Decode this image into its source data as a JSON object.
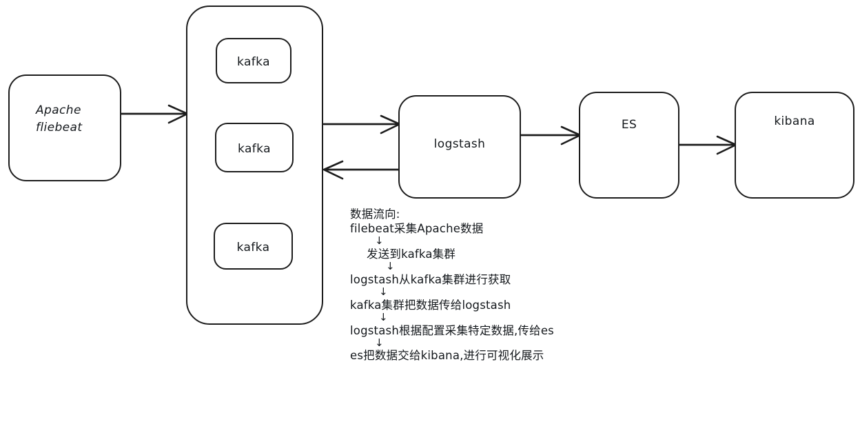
{
  "diagram": {
    "title": "ELK with Kafka data flow architecture",
    "style": "hand-drawn",
    "stroke_color": "#1c1c1c",
    "background_color": "#ffffff",
    "nodes": [
      {
        "id": "source",
        "label": "Apache\nfliebeat"
      },
      {
        "id": "kafka_cluster",
        "label": ""
      },
      {
        "id": "kafka1",
        "label": "kafka"
      },
      {
        "id": "kafka2",
        "label": "kafka"
      },
      {
        "id": "kafka3",
        "label": "kafka"
      },
      {
        "id": "logstash",
        "label": "logstash"
      },
      {
        "id": "es",
        "label": "ES"
      },
      {
        "id": "kibana",
        "label": "kibana"
      }
    ],
    "edges": [
      {
        "from": "source",
        "to": "kafka_cluster",
        "direction": "right"
      },
      {
        "from": "kafka_cluster",
        "to": "logstash",
        "direction": "right"
      },
      {
        "from": "logstash",
        "to": "kafka_cluster",
        "direction": "left"
      },
      {
        "from": "logstash",
        "to": "es",
        "direction": "right"
      },
      {
        "from": "es",
        "to": "kibana",
        "direction": "right"
      }
    ]
  },
  "annotation": {
    "heading": "数据流向:",
    "steps": [
      "filebeat采集Apache数据",
      "发送到kafka集群",
      "logstash从kafka集群进行获取",
      "kafka集群把数据传给logstash",
      "logstash根据配置采集特定数据,传给es",
      "es把数据交给kibana,进行可视化展示"
    ],
    "arrow_glyph": "↓"
  }
}
